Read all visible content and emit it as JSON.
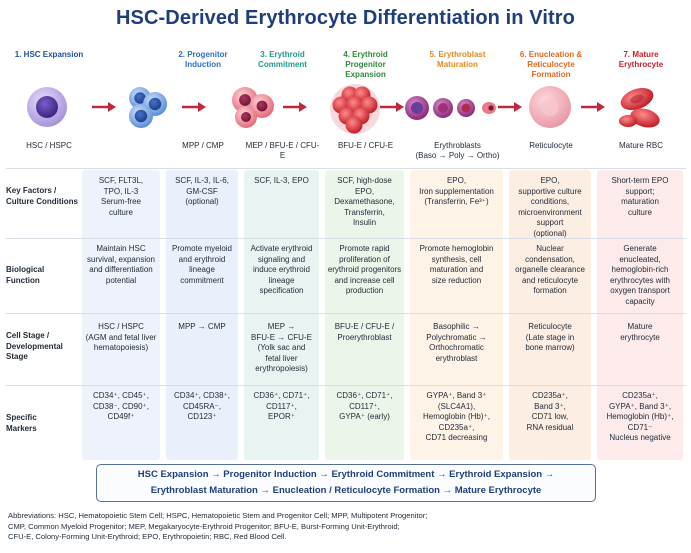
{
  "title": "HSC-Derived Erythrocyte Differentiation in Vitro",
  "stages": [
    {
      "header": [
        "1. HSC Expansion"
      ],
      "color": "#1f4e99",
      "label": [
        "HSC / HSPC"
      ]
    },
    {
      "header": [
        "2. Progenitor",
        "Induction"
      ],
      "color": "#2f6fc0",
      "label": [
        "MPP / CMP"
      ]
    },
    {
      "header": [
        "3. Erythroid",
        "Commitment"
      ],
      "color": "#1f9a8a",
      "label": [
        "MEP / BFU-E / CFU-E"
      ]
    },
    {
      "header": [
        "4. Erythroid",
        "Progenitor Expansion"
      ],
      "color": "#2e8a3c",
      "label": [
        "BFU-E / CFU-E"
      ]
    },
    {
      "header": [
        "5. Erythroblast",
        "Maturation"
      ],
      "color": "#e08a1e",
      "label": [
        "Erythroblasts",
        "(Baso → Poly → Ortho)"
      ]
    },
    {
      "header": [
        "6. Enucleation &",
        "Reticulocyte Formation"
      ],
      "color": "#e06a1e",
      "label": [
        "Reticulocyte"
      ]
    },
    {
      "header": [
        "7. Mature",
        "Erythrocyte"
      ],
      "color": "#c81e2a",
      "label": [
        "Mature RBC"
      ]
    }
  ],
  "rows": [
    {
      "label": [
        "Key Factors /",
        "Culture Conditions"
      ],
      "cells": [
        [
          "SCF, FLT3L,",
          "TPO, IL-3",
          "Serum-free",
          "culture"
        ],
        [
          "SCF, IL-3, IL-6,",
          "GM-CSF",
          "(optional)"
        ],
        [
          "SCF, IL-3, EPO"
        ],
        [
          "SCF, high-dose EPO,",
          "Dexamethasone,",
          "Transferrin,",
          "Insulin"
        ],
        [
          "EPO,",
          "Iron supplementation",
          "(Transferrin, Fe³⁺)"
        ],
        [
          "EPO,",
          "supportive culture",
          "conditions,",
          "microenvironment",
          "support",
          "(optional)"
        ],
        [
          "Short-term EPO",
          "support;",
          "maturation",
          "culture"
        ]
      ]
    },
    {
      "label": [
        "Biological Function"
      ],
      "cells": [
        [
          "Maintain HSC",
          "survival, expansion",
          "and differentiation",
          "potential"
        ],
        [
          "Promote myeloid",
          "and erythroid",
          "lineage",
          "commitment"
        ],
        [
          "Activate erythroid",
          "signaling and",
          "induce erythroid",
          "lineage",
          "specification"
        ],
        [
          "Promote rapid",
          "proliferation of",
          "erythroid progenitors",
          "and increase cell",
          "production"
        ],
        [
          "Promote hemoglobin",
          "synthesis, cell",
          "maturation and",
          "size reduction"
        ],
        [
          "Nuclear",
          "condensation,",
          "organelle clearance",
          "and reticulocyte",
          "formation"
        ],
        [
          "Generate",
          "enucleated,",
          "hemoglobin-rich",
          "erythrocytes with",
          "oxygen transport",
          "capacity"
        ]
      ]
    },
    {
      "label": [
        "Cell Stage /",
        "Developmental",
        "Stage"
      ],
      "cells": [
        [
          "HSC / HSPC",
          "(AGM and fetal liver",
          "hematopoiesis)"
        ],
        [
          "MPP → CMP"
        ],
        [
          "MEP →",
          "BFU-E → CFU-E",
          "(Yolk sac and",
          "fetal liver",
          "erythropoiesis)"
        ],
        [
          "BFU-E / CFU-E /",
          "Proerythroblast"
        ],
        [
          "Basophilic →",
          "Polychromatic →",
          "Orthochromatic",
          "erythroblast"
        ],
        [
          "Reticulocyte",
          "(Late stage in",
          "bone marrow)"
        ],
        [
          "Mature",
          "erythrocyte"
        ]
      ]
    },
    {
      "label": [
        "Specific",
        "Markers"
      ],
      "cells": [
        [
          "CD34⁺, CD45⁺,",
          "CD38⁻, CD90⁺,",
          "CD49f⁺"
        ],
        [
          "CD34⁺, CD38⁺,",
          "CD45RA⁻,",
          "CD123⁺"
        ],
        [
          "CD36⁺, CD71⁺,",
          "CD117⁺,",
          "EPOR⁺"
        ],
        [
          "CD36⁺, CD71⁺,",
          "CD117⁺,",
          "GYPA⁺ (early)"
        ],
        [
          "GYPA⁺, Band 3⁺",
          "(SLC4A1),",
          "Hemoglobin (Hb)⁺,",
          "CD235a⁺,",
          "CD71 decreasing"
        ],
        [
          "CD235a⁺,",
          "Band 3⁺,",
          "CD71 low,",
          "RNA residual"
        ],
        [
          "CD235a⁺,",
          "GYPA⁺, Band 3⁺,",
          "Hemoglobin (Hb)⁺,",
          "CD71⁻",
          "Nucleus negative"
        ]
      ]
    }
  ],
  "flow": {
    "line1": "HSC Expansion → Progenitor Induction → Erythroid Commitment → Erythroid Expansion →",
    "line2": "Erythroblast Maturation → Enucleation / Reticulocyte Formation → Mature Erythrocyte"
  },
  "abbreviations": [
    "Abbreviations: HSC, Hematopoietic Stem Cell; HSPC, Hematopoietic Stem and Progenitor Cell; MPP, Multipotent Progenitor;",
    "CMP, Common Myeloid Progenitor; MEP, Megakaryocyte-Erythroid Progenitor; BFU-E, Burst-Forming Unit-Erythroid;",
    "CFU-E, Colony-Forming Unit-Erythroid; EPO, Erythropoietin; RBC, Red Blood Cell."
  ],
  "colors": {
    "col_bg": [
      "#eef2fb",
      "#e9f0fb",
      "#e8f4f2",
      "#ebf5ea",
      "#fdf3e6",
      "#fdeee4",
      "#fcebea"
    ],
    "arrow": "#c0283c"
  }
}
